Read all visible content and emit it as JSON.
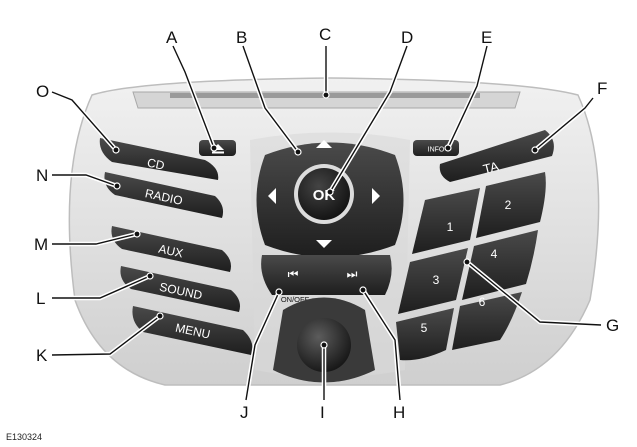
{
  "figure_code": "E130324",
  "callouts": [
    "A",
    "B",
    "C",
    "D",
    "E",
    "F",
    "G",
    "H",
    "I",
    "J",
    "K",
    "L",
    "M",
    "N",
    "O"
  ],
  "buttons": {
    "cd": "CD",
    "radio": "RADIO",
    "aux": "AUX",
    "sound": "SOUND",
    "menu": "MENU",
    "ok": "OK",
    "info": "INFO",
    "ta": "TA",
    "preset_1": "1",
    "preset_2": "2",
    "preset_3": "3",
    "preset_4": "4",
    "preset_5": "5",
    "preset_6": "6",
    "on_off": "ON/OFF",
    "seek_back": "⏮",
    "seek_fwd": "⏭"
  },
  "colors": {
    "button_face": "#2b2b2b",
    "panel_light": "#e4e4e4",
    "panel_shadow": "#b9b9b9"
  }
}
